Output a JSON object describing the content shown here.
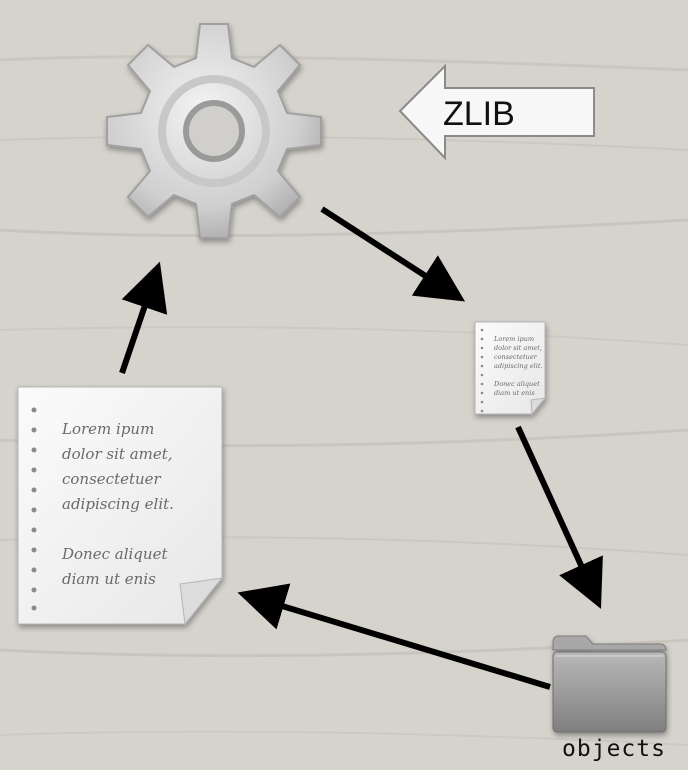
{
  "diagram": {
    "zlib_label": "ZLIB",
    "folder_label": "objects",
    "large_document": {
      "lines": [
        "Lorem ipum",
        "dolor sit amet,",
        "consectetuer",
        "adipiscing elit.",
        "",
        "Donec aliquet",
        "diam ut enis"
      ]
    },
    "small_document": {
      "lines": [
        "Lorem ipum",
        "dolor sit amet,",
        "consectetuer",
        "adipiscing elit.",
        "",
        "Donec aliquet",
        "diam ut enis"
      ]
    }
  },
  "colors": {
    "background": "#d6d3cd",
    "arrow": "#000000",
    "gear": "#d9d9d9",
    "folder": "#9c9c9c"
  },
  "icons": [
    "gear-icon",
    "document-icon",
    "folder-icon"
  ]
}
